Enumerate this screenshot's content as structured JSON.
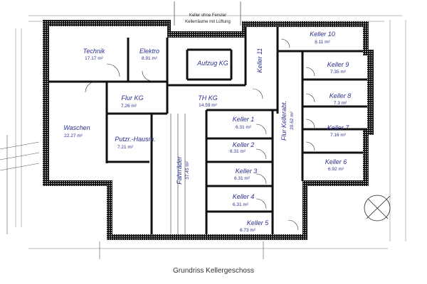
{
  "caption": "Grundriss Kellergeschoss",
  "note": {
    "line1": "Keller ohne Fenster",
    "line2": "Kellerräume mit Lüftung"
  },
  "rooms": {
    "technik": {
      "name": "Technik",
      "area": "17.17 m²"
    },
    "elektro": {
      "name": "Elektro",
      "area": "8.91 m²"
    },
    "aufzug": {
      "name": "Aufzug KG",
      "area": ""
    },
    "keller11": {
      "name": "Keller 11",
      "area": ""
    },
    "keller10": {
      "name": "Keller 10",
      "area": "8.11 m²"
    },
    "keller9": {
      "name": "Keller 9",
      "area": "7.35 m²"
    },
    "keller8": {
      "name": "Keller 8",
      "area": "7.3 m²"
    },
    "keller7": {
      "name": "Keller 7",
      "area": "7.16 m²"
    },
    "keller6": {
      "name": "Keller 6",
      "area": "6.92 m²"
    },
    "flurkg": {
      "name": "Flur KG",
      "area": "7.26 m²"
    },
    "thkg": {
      "name": "TH KG",
      "area": "14.59 m²"
    },
    "waschen": {
      "name": "Waschen",
      "area": "22.27 m²"
    },
    "putzr": {
      "name": "Putzr.-Hausm.",
      "area": "7.21 m²"
    },
    "fahrraeder": {
      "name": "Fahrräder",
      "area": "37.45 m²"
    },
    "keller1": {
      "name": "Keller 1",
      "area": "6.31 m²"
    },
    "keller2": {
      "name": "Keller 2",
      "area": "6.31 m²"
    },
    "keller3": {
      "name": "Keller 3",
      "area": "6.31 m²"
    },
    "keller4": {
      "name": "Keller 4",
      "area": "6.31 m²"
    },
    "keller5": {
      "name": "Keller 5",
      "area": "6.73 m²"
    },
    "flurkeller": {
      "name": "Flur Kellerabt.",
      "area": "20.62 m²"
    }
  },
  "colors": {
    "wall": "#111111",
    "label": "#2a2f8f"
  }
}
